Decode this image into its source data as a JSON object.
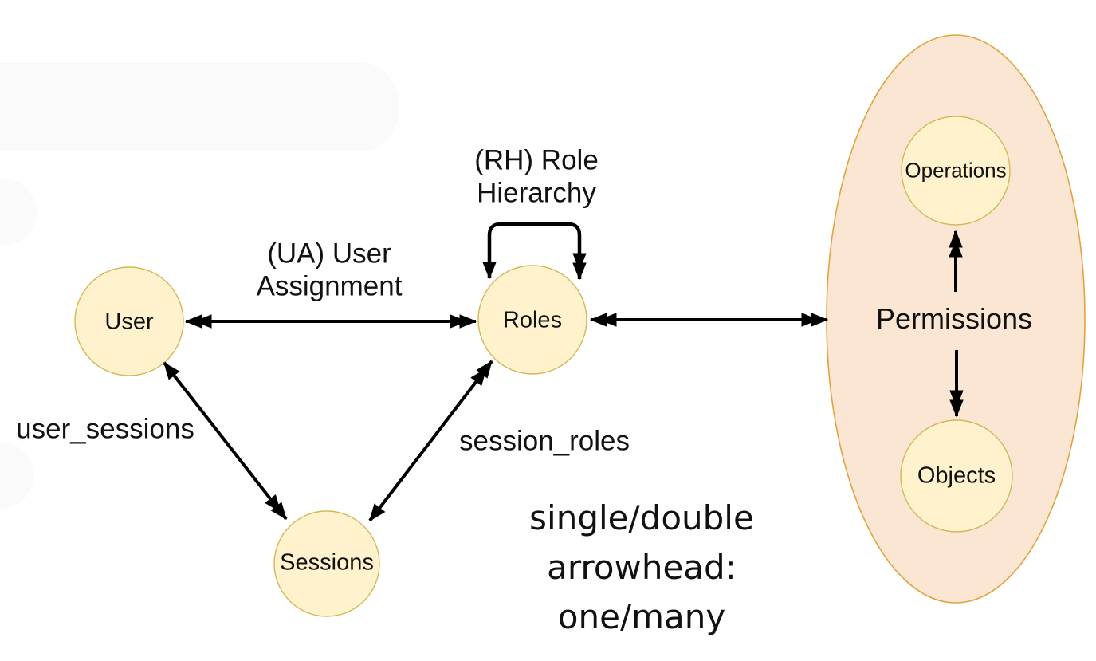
{
  "nodes": {
    "user": {
      "label": "User"
    },
    "roles": {
      "label": "Roles"
    },
    "sessions": {
      "label": "Sessions"
    },
    "permissions": {
      "label": "Permissions"
    },
    "operations": {
      "label": "Operations"
    },
    "objects": {
      "label": "Objects"
    }
  },
  "edge_labels": {
    "ua": {
      "lines": [
        "(UA) User",
        "Assignment"
      ]
    },
    "rh": {
      "lines": [
        "(RH) Role",
        "Hierarchy"
      ]
    },
    "user_sessions": "user_sessions",
    "session_roles": "session_roles"
  },
  "legend": {
    "lines": [
      "single/double",
      "arrowhead:",
      "one/many"
    ]
  },
  "colors": {
    "background": "#FFFFFF",
    "node_fill": "#FFF2CC",
    "node_stroke": "#D6B656",
    "ellipse_fill": "#FAE6D2",
    "ellipse_stroke": "#E2A33F",
    "arrow": "#000000",
    "artifact": "#FAFAFA"
  }
}
